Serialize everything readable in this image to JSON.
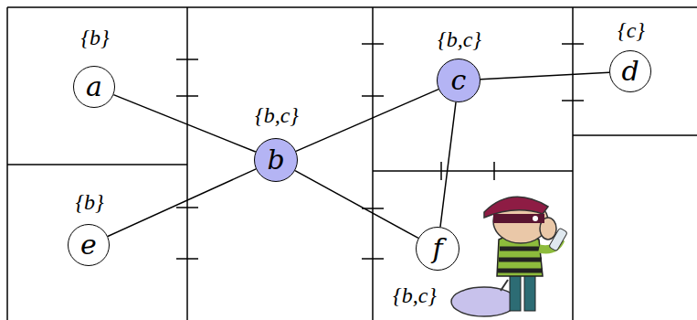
{
  "diagram": {
    "nodes": [
      {
        "text": [
          "{b}",
          "a"
        ]
      },
      {
        "text": [
          "{b,c}",
          "b"
        ]
      },
      {
        "text": [
          "{b,c}",
          "c"
        ]
      },
      {
        "text": [
          "{c}",
          "d"
        ]
      },
      {
        "text": [
          "{b}",
          "e"
        ]
      },
      {
        "text": [
          "f",
          "{b,c}"
        ]
      }
    ],
    "edges": [
      {
        "from": 0,
        "to": 1,
        "arrow": "none"
      },
      {
        "from": 4,
        "to": 1,
        "arrow": "none"
      },
      {
        "from": 1,
        "to": 2,
        "arrow": "none"
      },
      {
        "from": 1,
        "to": 5,
        "arrow": "none"
      },
      {
        "from": 2,
        "to": 3,
        "arrow": "none"
      },
      {
        "from": 2,
        "to": 5,
        "arrow": "none"
      }
    ]
  }
}
